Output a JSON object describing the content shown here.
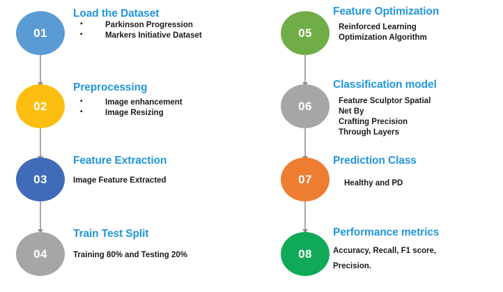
{
  "diagram": {
    "type": "flowchart",
    "orientation": "two-column vertical pipeline",
    "colors": {
      "heading": "#2196db",
      "body_text": "#1a1a1a",
      "connector": "#a6a6a6",
      "background": "#ffffff"
    },
    "columns": [
      {
        "id": "left",
        "steps": [
          {
            "number": "01",
            "color": "#5b9bd5",
            "heading": "Load the Dataset",
            "lines": [
              {
                "text": "Parkinson Progression",
                "bullet": true
              },
              {
                "text": "Markers Initiative Dataset",
                "bullet": false
              }
            ]
          },
          {
            "number": "02",
            "color": "#fcbf11",
            "heading": "Preprocessing",
            "lines": [
              {
                "text": "Image enhancement",
                "bullet": true
              },
              {
                "text": "Image Resizing",
                "bullet": true
              }
            ]
          },
          {
            "number": "03",
            "color": "#3f6bb8",
            "heading": "Feature Extraction",
            "lines": [
              {
                "text": "Image Feature Extracted",
                "bullet": false
              }
            ]
          },
          {
            "number": "04",
            "color": "#a6a6a6",
            "heading": "Train Test Split",
            "lines": [
              {
                "text": "Training 80% and Testing 20%",
                "bullet": false
              }
            ]
          }
        ]
      },
      {
        "id": "right",
        "steps": [
          {
            "number": "05",
            "color": "#70ad47",
            "heading": "Feature Optimization",
            "lines": [
              {
                "text": "Reinforced Learning",
                "bullet": false
              },
              {
                "text": "Optimization  Algorithm",
                "bullet": false
              }
            ]
          },
          {
            "number": "06",
            "color": "#a6a6a6",
            "heading": "Classification model",
            "lines": [
              {
                "text": "Feature Sculptor Spatial",
                "bullet": false
              },
              {
                "text": "Net By",
                "bullet": false
              },
              {
                "text": "Crafting Precision",
                "bullet": false
              },
              {
                "text": "Through Layers",
                "bullet": false
              }
            ]
          },
          {
            "number": "07",
            "color": "#ed7d31",
            "heading": "Prediction Class",
            "lines": [
              {
                "text": "Healthy and PD",
                "bullet": false
              }
            ]
          },
          {
            "number": "08",
            "color": "#0fa958",
            "heading": "Performance metrics",
            "lines": [
              {
                "text": "Accuracy, Recall, F1 score,",
                "bullet": false
              },
              {
                "text": "Precision.",
                "bullet": false
              }
            ]
          }
        ]
      }
    ]
  }
}
